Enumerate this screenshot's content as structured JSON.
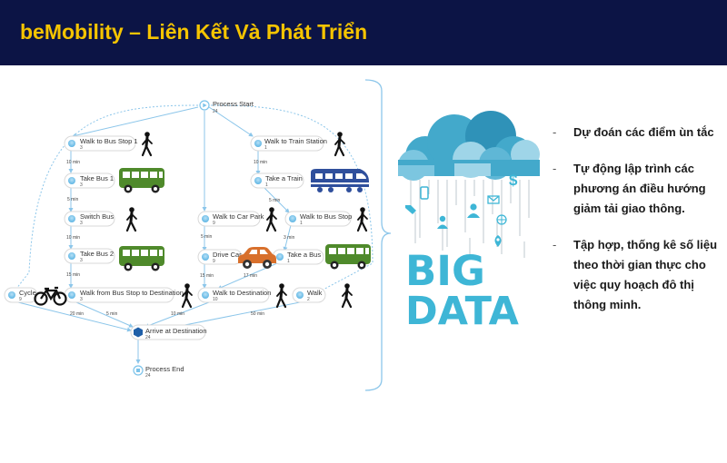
{
  "header": {
    "title": "beMobility – Liên Kết Và Phát Triển",
    "bg_color": "#0c1445",
    "title_color": "#f5c400"
  },
  "diagram": {
    "nodes": {
      "process_start": {
        "label": "Process Start",
        "count": "24"
      },
      "walk_bus_stop_1": {
        "label": "Walk to Bus Stop 1",
        "count": "3"
      },
      "take_bus_1": {
        "label": "Take Bus 1",
        "count": "3"
      },
      "switch_bus": {
        "label": "Switch Bus",
        "count": "3"
      },
      "take_bus_2": {
        "label": "Take Bus 2",
        "count": "3"
      },
      "walk_from_bus_stop": {
        "label": "Walk from Bus Stop to Destination",
        "count": "3"
      },
      "cycle": {
        "label": "Cycle",
        "count": "9"
      },
      "walk_train_station": {
        "label": "Walk to Train Station",
        "count": "1"
      },
      "take_train": {
        "label": "Take a Train",
        "count": "1"
      },
      "walk_car_park": {
        "label": "Walk to Car Park",
        "count": "9"
      },
      "walk_bus_stop": {
        "label": "Walk to Bus Stop",
        "count": "1"
      },
      "drive_car": {
        "label": "Drive Car",
        "count": "9"
      },
      "take_a_bus": {
        "label": "Take a Bus",
        "count": "1"
      },
      "walk_destination": {
        "label": "Walk to Destination",
        "count": "10"
      },
      "walk": {
        "label": "Walk",
        "count": "2"
      },
      "arrive": {
        "label": "Arrive at Destination",
        "count": "24"
      },
      "process_end": {
        "label": "Process End",
        "count": "24"
      }
    },
    "edge_labels": {
      "bus1_in": "10 min",
      "switch_in": "5 min",
      "bus2_in": "10 min",
      "walkfrom_in": "15 min",
      "train_in": "10 min",
      "walkbus_in": "5 min",
      "takeabus_in": "3 min",
      "drive_in": "5 min",
      "walkdest_in": "15 min",
      "walkdest_in2": "17 min",
      "cycle_arrive": "20 min",
      "walkfrom_arrive": "5 min",
      "walkdest_arrive": "10 min",
      "walk_arrive": "50 min"
    },
    "colors": {
      "edge": "#8cc6ea",
      "node_dot": "#7cc3ea",
      "bus": "#4f8a2b",
      "train": "#2f4f9c",
      "car": "#d8702c"
    }
  },
  "big_data": {
    "word1": "BIG",
    "word2": "DATA",
    "color": "#3eb6d6",
    "cloud_color": "#43a9cb"
  },
  "bullets": [
    {
      "mark": "-",
      "text": "Dự đoán các điểm ùn tắc"
    },
    {
      "mark": "-",
      "text": "Tự động lập trình các phương án điều hướng giảm tải giao thông."
    },
    {
      "mark": "-",
      "text": "Tập hợp, thống kê số liệu theo thời gian thực cho việc quy hoạch đô thị thông minh."
    }
  ]
}
